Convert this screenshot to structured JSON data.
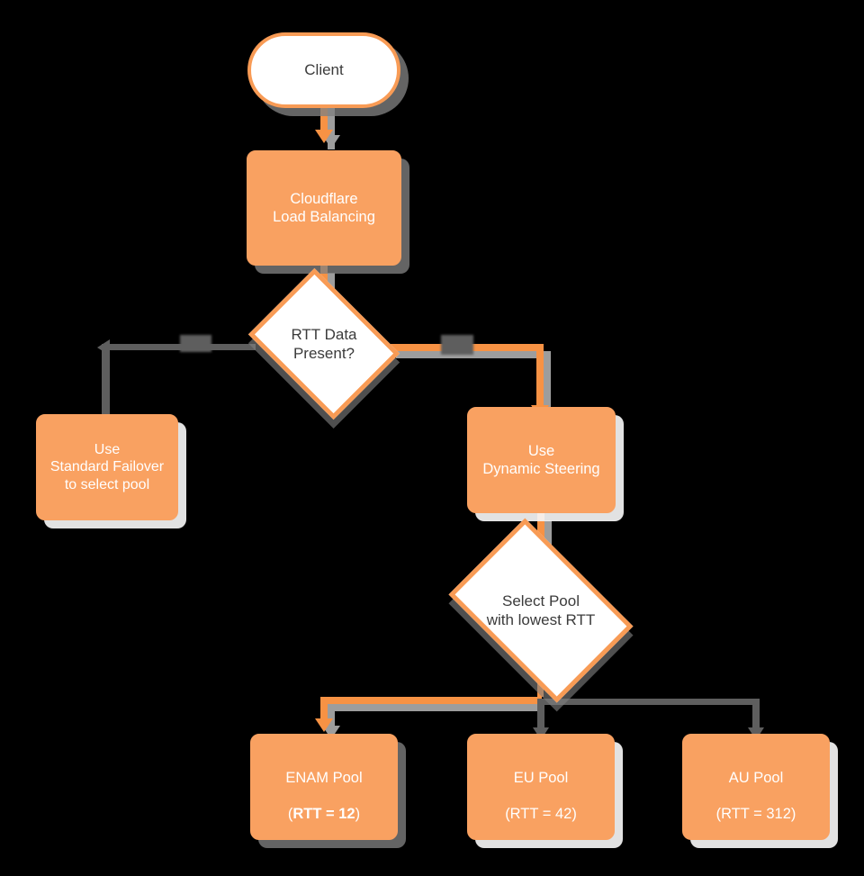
{
  "diagram": {
    "title": "Cloudflare Load Balancing dynamic steering decision flow",
    "type": "flowchart",
    "background_color": "#000000",
    "colors": {
      "node_fill_orange": "#F9A161",
      "node_border_orange": "#F89B55",
      "node_fill_white": "#FFFFFF",
      "text_on_orange": "#FFFFFF",
      "text_on_white": "#3B3B3B",
      "edge_active": "#F79244",
      "edge_inactive": "#5E5E5E",
      "shadow": "#9D9D9D"
    },
    "nodes": [
      {
        "id": "client",
        "shape": "terminator",
        "label": "Client"
      },
      {
        "id": "cf_lb",
        "shape": "process",
        "label": "Cloudflare\nLoad Balancing"
      },
      {
        "id": "rtt_present",
        "shape": "decision",
        "label": "RTT Data\nPresent?"
      },
      {
        "id": "standard_failover",
        "shape": "process",
        "label": "Use\nStandard Failover\nto select pool"
      },
      {
        "id": "dynamic_steering",
        "shape": "process",
        "label": "Use\nDynamic Steering"
      },
      {
        "id": "select_pool",
        "shape": "decision",
        "label": "Select Pool\nwith lowest RTT"
      },
      {
        "id": "enam_pool",
        "shape": "process",
        "label_line1": "ENAM Pool",
        "label_open": "(",
        "label_bold": "RTT = 12",
        "label_close": ")"
      },
      {
        "id": "eu_pool",
        "shape": "process",
        "label_line1": "EU Pool",
        "label_line2": "(RTT = 42)"
      },
      {
        "id": "au_pool",
        "shape": "process",
        "label_line1": "AU Pool",
        "label_line2": "(RTT = 312)"
      }
    ],
    "edges": [
      {
        "id": "e1",
        "from": "client",
        "to": "cf_lb",
        "state": "active",
        "label": ""
      },
      {
        "id": "e2",
        "from": "cf_lb",
        "to": "rtt_present",
        "state": "active",
        "label": ""
      },
      {
        "id": "e3",
        "from": "rtt_present",
        "to": "standard_failover",
        "state": "inactive",
        "label": ""
      },
      {
        "id": "e4",
        "from": "rtt_present",
        "to": "dynamic_steering",
        "state": "active",
        "label": ""
      },
      {
        "id": "e5",
        "from": "dynamic_steering",
        "to": "select_pool",
        "state": "active",
        "label": ""
      },
      {
        "id": "e6",
        "from": "select_pool",
        "to": "enam_pool",
        "state": "active",
        "label": ""
      },
      {
        "id": "e7",
        "from": "select_pool",
        "to": "eu_pool",
        "state": "inactive",
        "label": ""
      },
      {
        "id": "e8",
        "from": "select_pool",
        "to": "au_pool",
        "state": "inactive",
        "label": ""
      }
    ]
  }
}
